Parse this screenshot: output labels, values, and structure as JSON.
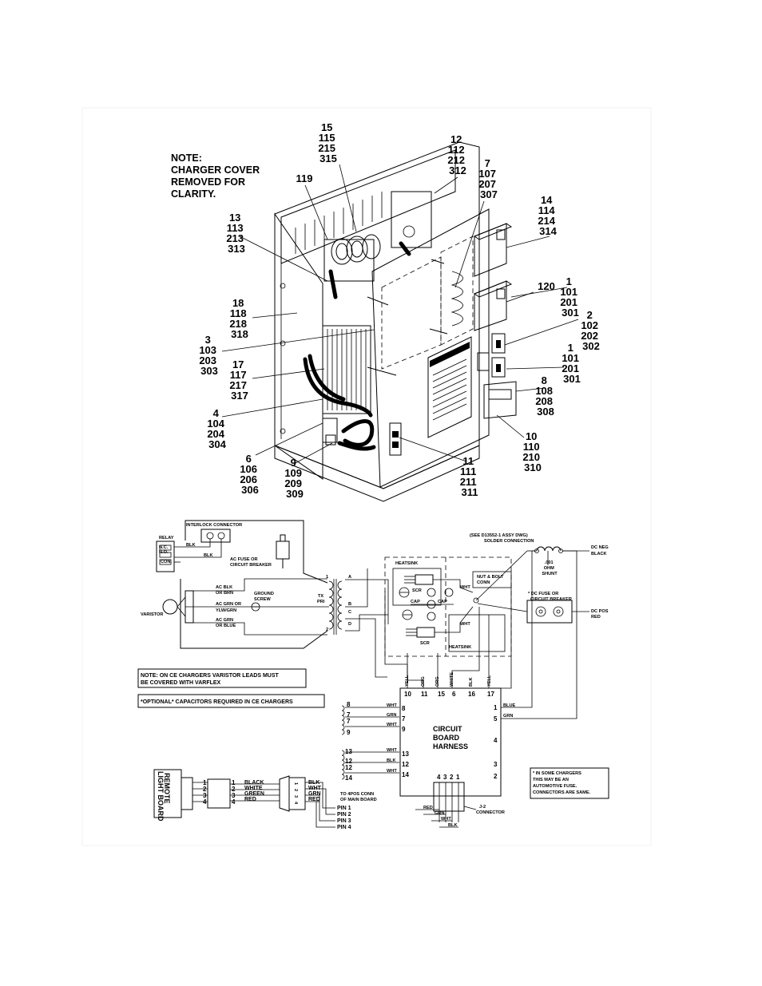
{
  "note": {
    "lines": [
      "NOTE:",
      "CHARGER COVER",
      "REMOVED FOR",
      "CLARITY."
    ]
  },
  "callouts": [
    {
      "id": "c15",
      "lines": [
        "15",
        "115",
        "215",
        "315"
      ]
    },
    {
      "id": "c12",
      "lines": [
        "12",
        "112",
        "212",
        "312"
      ]
    },
    {
      "id": "c7",
      "lines": [
        "7",
        "107",
        "207",
        "307"
      ]
    },
    {
      "id": "c119",
      "lines": [
        "119"
      ]
    },
    {
      "id": "c14",
      "lines": [
        "14",
        "114",
        "214",
        "314"
      ]
    },
    {
      "id": "c13",
      "lines": [
        "13",
        "113",
        "213",
        "313"
      ]
    },
    {
      "id": "c120",
      "lines": [
        "120"
      ]
    },
    {
      "id": "c1a",
      "lines": [
        "1",
        "101",
        "201",
        "301"
      ]
    },
    {
      "id": "c18",
      "lines": [
        "18",
        "118",
        "218",
        "318"
      ]
    },
    {
      "id": "c2",
      "lines": [
        "2",
        "102",
        "202",
        "302"
      ]
    },
    {
      "id": "c3",
      "lines": [
        "3",
        "103",
        "203",
        "303"
      ]
    },
    {
      "id": "c1b",
      "lines": [
        "1",
        "101",
        "201",
        "301"
      ]
    },
    {
      "id": "c17",
      "lines": [
        "17",
        "117",
        "217",
        "317"
      ]
    },
    {
      "id": "c8",
      "lines": [
        "8",
        "108",
        "208",
        "308"
      ]
    },
    {
      "id": "c4",
      "lines": [
        "4",
        "104",
        "204",
        "304"
      ]
    },
    {
      "id": "c10",
      "lines": [
        "10",
        "110",
        "210",
        "310"
      ]
    },
    {
      "id": "c6",
      "lines": [
        "6",
        "106",
        "206",
        "306"
      ]
    },
    {
      "id": "c9",
      "lines": [
        "9",
        "109",
        "209",
        "309"
      ]
    },
    {
      "id": "c11",
      "lines": [
        "11",
        "111",
        "211",
        "311"
      ]
    }
  ],
  "schematic": {
    "interlock_connector": "INTERLOCK CONNECTOR",
    "relay": "RELAY",
    "nc": "N.C.",
    "no": "N.O.",
    "con": "CON.",
    "blk_a": "BLK",
    "blk_b": "BLK",
    "ac_fuse": [
      "AC FUSE OR",
      "CIRCUIT BREAKER"
    ],
    "ac_blk": [
      "AC BLK",
      "OR BRN"
    ],
    "ground_screw": [
      "GROUND",
      "SCREW"
    ],
    "ac_grn": [
      "AC GRN OR",
      "YLW/GRN"
    ],
    "ac_grn_blue": [
      "AC GRN",
      "OR BLUE"
    ],
    "varistor": "VARISTOR",
    "tx_pri": [
      "TX",
      "PRI"
    ],
    "tx_pins": [
      "1",
      "2"
    ],
    "sec_taps": [
      "A",
      "B",
      "C",
      "D"
    ],
    "heatsink_top": "HEATSINK",
    "heatsink_bottom": "HEATSINK",
    "scr_top": "SCR",
    "scr_bottom": "SCR",
    "cap_left": "CAP",
    "cap_right": "CAP",
    "wht_top": "WHT",
    "wht_bottom": "WHT",
    "nut_bolt": [
      "NUT & BOLT",
      "CONN"
    ],
    "solder_conn": [
      "(SEE D13552-1 ASSY DWG)",
      "SOLDER CONNECTION"
    ],
    "shunt": [
      ".001",
      "OHM",
      "SHUNT"
    ],
    "dc_neg": [
      "DC NEG",
      "BLACK"
    ],
    "dc_fuse": [
      "* DC FUSE OR",
      "CIRCUIT BREAKER"
    ],
    "dc_pos": [
      "DC POS",
      "RED"
    ],
    "note_ce": [
      "NOTE: ON CE CHARGERS VARISTOR LEADS MUST",
      "BE COVERED WITH VARFLEX"
    ],
    "optional_caps": "*OPTIONAL* CAPACITORS REQUIRED IN CE CHARGERS",
    "harness_top_colors": [
      "YELL",
      "ORG",
      "ORG",
      "WHITE",
      "BLK",
      "YELL"
    ],
    "harness_top_pins": [
      "10",
      "11",
      "15",
      "6",
      "16",
      "17"
    ],
    "harness_left": [
      {
        "pin": "8",
        "wire": "WHT",
        "tap": "8"
      },
      {
        "pin": "7",
        "wire": "GRN",
        "tap": "7"
      },
      {
        "pin": "7",
        "wire": "",
        "tap": "7"
      },
      {
        "pin": "9",
        "wire": "WHT",
        "tap": "9"
      },
      {
        "pin": "13",
        "wire": "WHT",
        "tap": "13"
      },
      {
        "pin": "12",
        "wire": "BLK",
        "tap": "12"
      },
      {
        "pin": "12",
        "wire": "",
        "tap": "12"
      },
      {
        "pin": "14",
        "wire": "WHT",
        "tap": "14"
      }
    ],
    "harness_right": [
      {
        "pin": "1",
        "wire": "BLUE"
      },
      {
        "pin": "5",
        "wire": "GRN"
      },
      {
        "pin": "4",
        "wire": ""
      },
      {
        "pin": "3",
        "wire": ""
      },
      {
        "pin": "2",
        "wire": ""
      }
    ],
    "harness_label": [
      "CIRCUIT",
      "BOARD",
      "HARNESS"
    ],
    "j2_pins": [
      "4",
      "3",
      "2",
      "1"
    ],
    "j2_wires": [
      "RED",
      "GRN",
      "WHT",
      "BLK"
    ],
    "j2_label": [
      "J-2",
      "CONNECTOR"
    ],
    "auto_fuse_note": [
      "* IN SOME CHARGERS",
      "THIS MAY BE AN",
      "AUTOMOTIVE FUSE.",
      "CONNECTORS ARE SAME."
    ],
    "remote_light": [
      "REMOTE",
      "LIGHT BOARD"
    ],
    "remote_pins": [
      "1",
      "2",
      "3",
      "4"
    ],
    "remote_pins2": [
      "1",
      "2",
      "3",
      "4"
    ],
    "remote_colors": [
      "BLACK",
      "WHITE",
      "GREEN",
      "RED"
    ],
    "plug_pins": [
      "1",
      "2",
      "3",
      "4"
    ],
    "plug_colors": [
      "BLK",
      "WHT",
      "GRN",
      "RED"
    ],
    "main_board": [
      "TO 4POS CONN",
      "OF MAIN BOARD"
    ],
    "main_pins": [
      "PIN 1",
      "PIN 2",
      "PIN 3",
      "PIN 4"
    ]
  }
}
